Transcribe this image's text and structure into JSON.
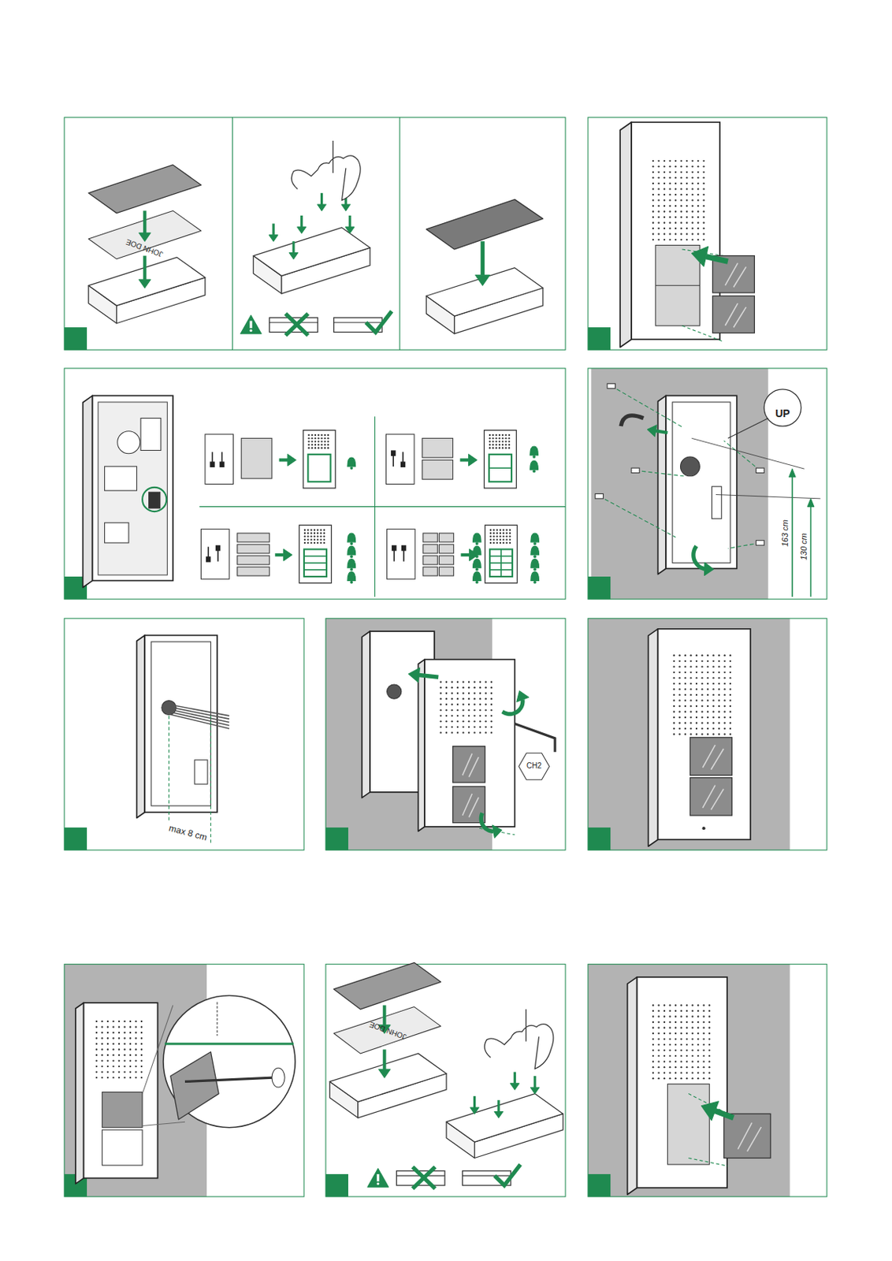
{
  "diagram": {
    "labels": [
      "JOHN DOE",
      "JOHN DOE",
      "UP",
      "163 cm",
      "130 cm",
      "max 8 cm",
      "CH2"
    ]
  }
}
